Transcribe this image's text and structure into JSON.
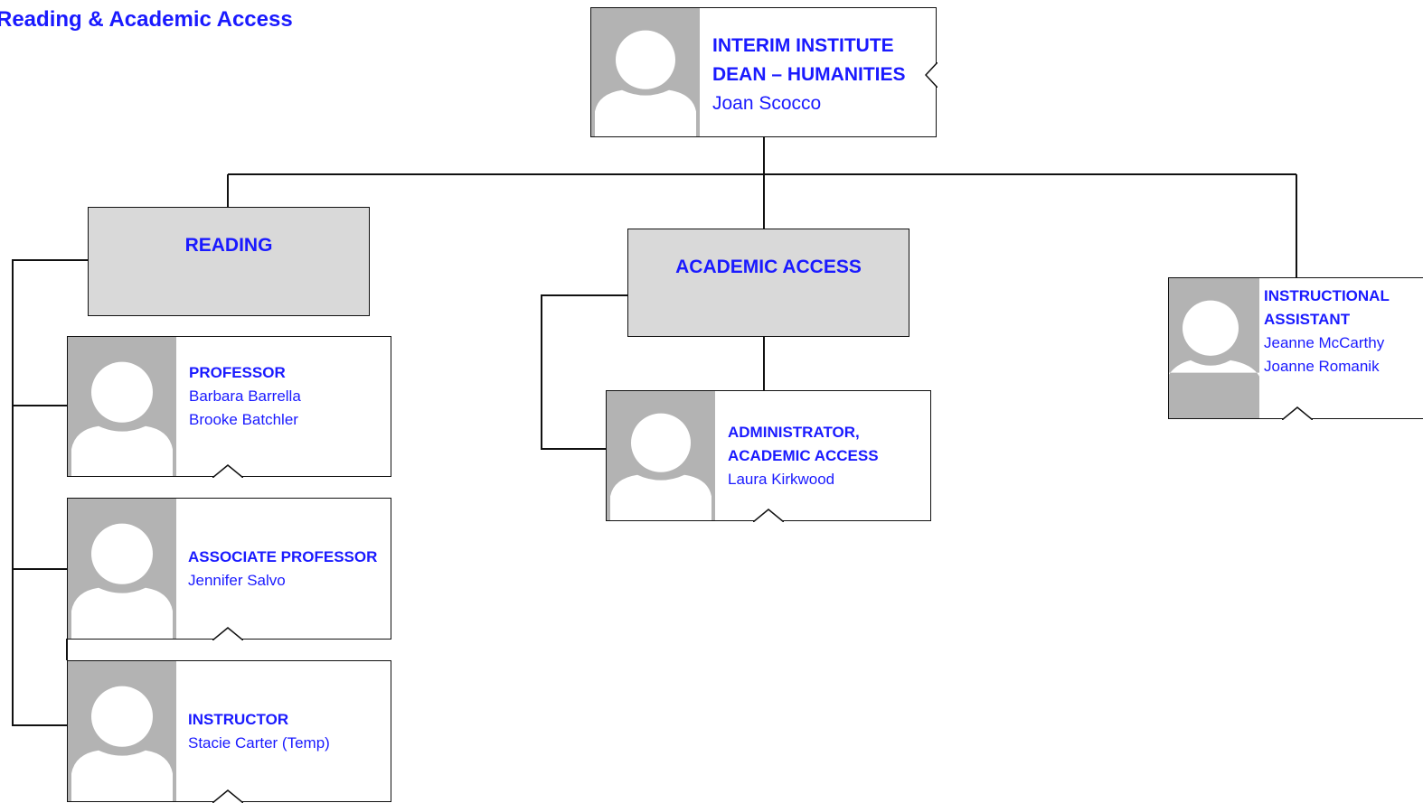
{
  "page": {
    "title": "Reading & Academic Access"
  },
  "head": {
    "role": "INTERIM INSTITUTE\nDEAN – HUMANITIES",
    "name": "Joan Scocco"
  },
  "departments": [
    {
      "label": "READING"
    },
    {
      "label": "ACADEMIC ACCESS"
    }
  ],
  "positions": [
    {
      "role": "PROFESSOR",
      "names": [
        "Barbara Barrella",
        "Brooke Batchler"
      ]
    },
    {
      "role": "ASSOCIATE PROFESSOR",
      "names": [
        "Jennifer Salvo"
      ]
    },
    {
      "role": "INSTRUCTOR",
      "names": [
        "Stacie Carter (Temp)"
      ]
    },
    {
      "role": "ADMINISTRATOR,\nACADEMIC ACCESS",
      "names": [
        "Laura Kirkwood"
      ]
    },
    {
      "role": "INSTRUCTIONAL\nASSISTANT",
      "names": [
        "Jeanne McCarthy",
        "Joanne Romanik"
      ]
    }
  ],
  "colors": {
    "text": "#1a1aff",
    "dept_fill": "#d9d9d9",
    "avatar_fill": "#b3b3b3",
    "line": "#111111"
  }
}
